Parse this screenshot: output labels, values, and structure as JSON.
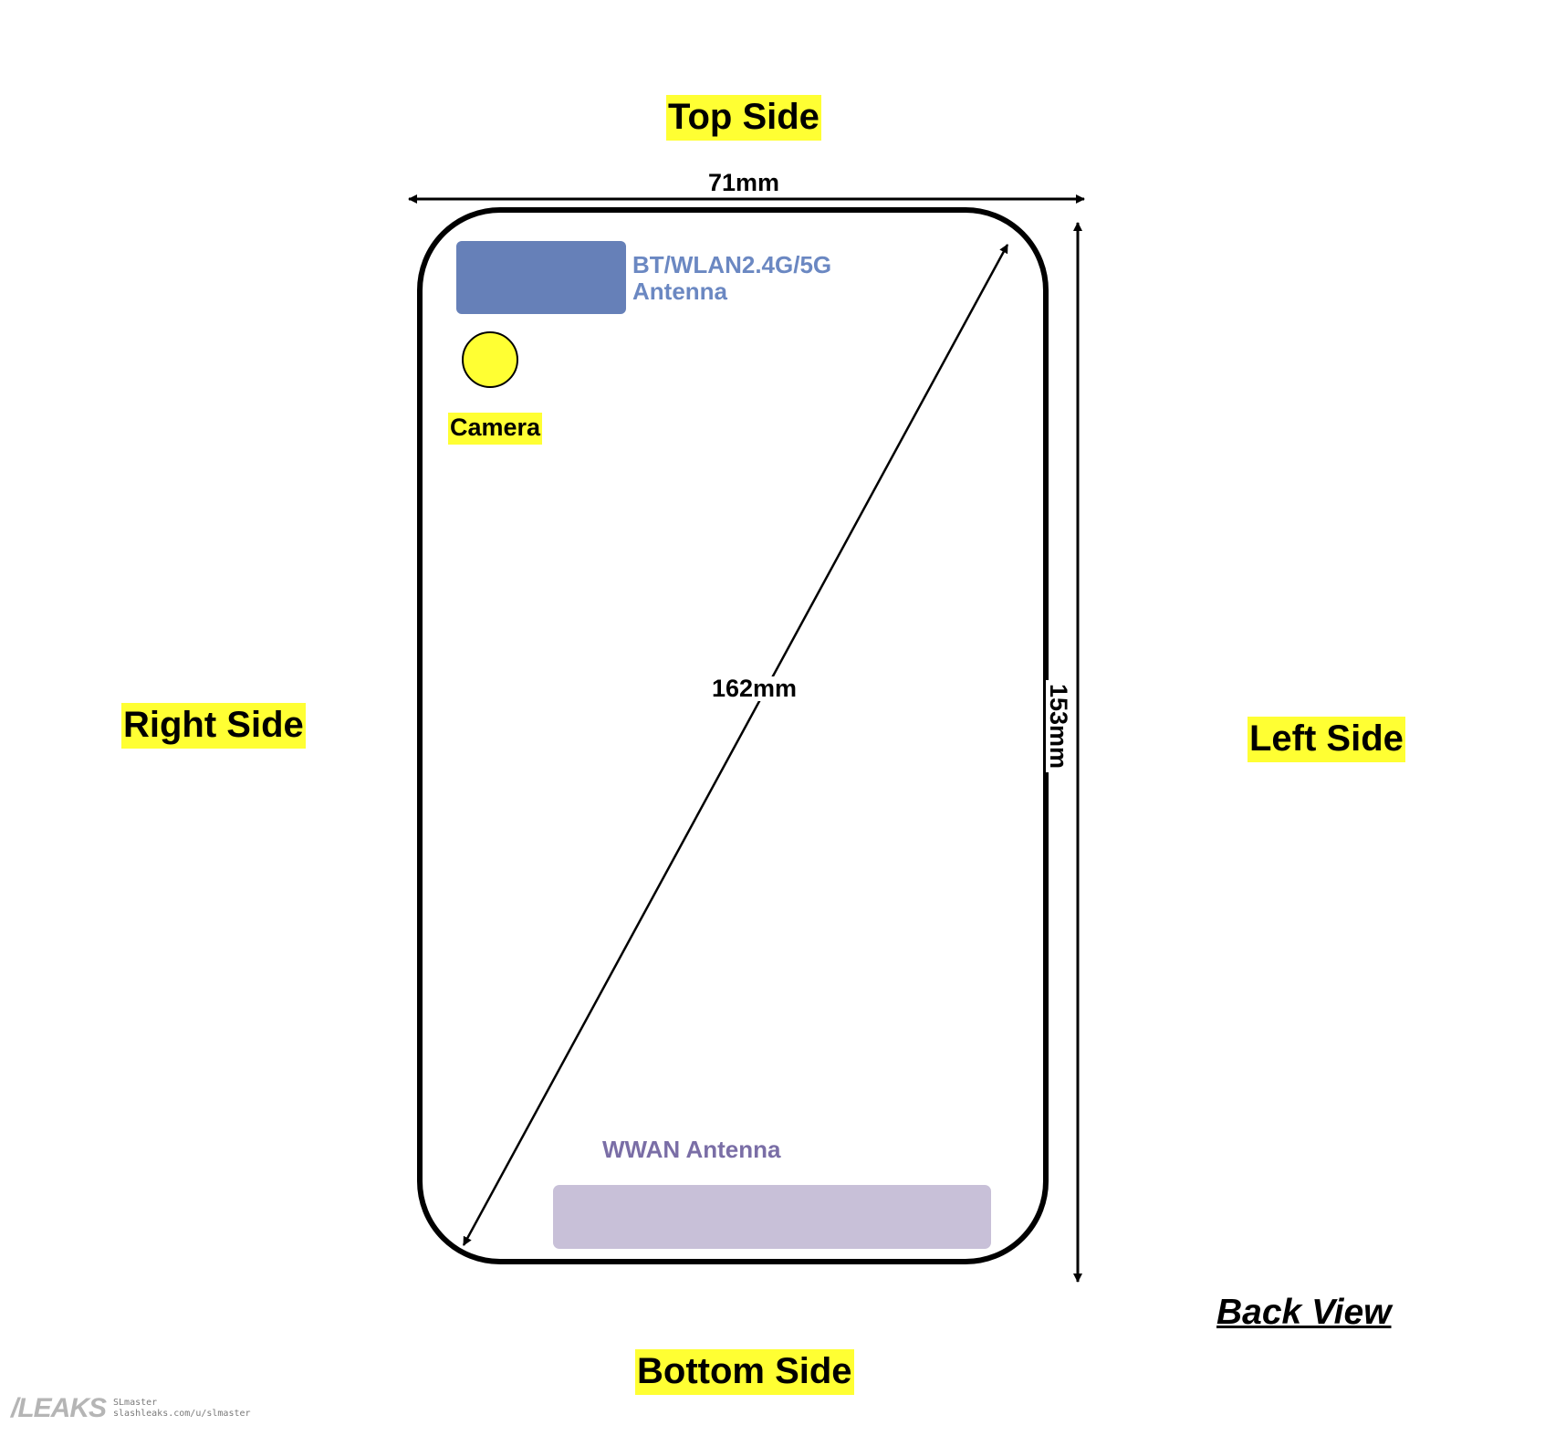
{
  "sides": {
    "top": "Top Side",
    "bottom": "Bottom Side",
    "right": "Right Side",
    "left": "Left Side"
  },
  "dimensions": {
    "width": "71mm",
    "height": "153mm",
    "diagonal": "162mm"
  },
  "components": {
    "bt_antenna_line1": "BT/WLAN2.4G/5G",
    "bt_antenna_line2": "Antenna",
    "camera": "Camera",
    "wwan_antenna": "WWAN Antenna"
  },
  "view_label": "Back View",
  "watermark": {
    "logo": "/LEAKS",
    "user": "SLmaster",
    "url": "slashleaks.com/u/slmaster"
  },
  "colors": {
    "highlight": "#ffff33",
    "bt_antenna": "#6680b8",
    "wwan_antenna": "#c8c0d8",
    "camera": "#ffff33",
    "outline": "#000000"
  }
}
